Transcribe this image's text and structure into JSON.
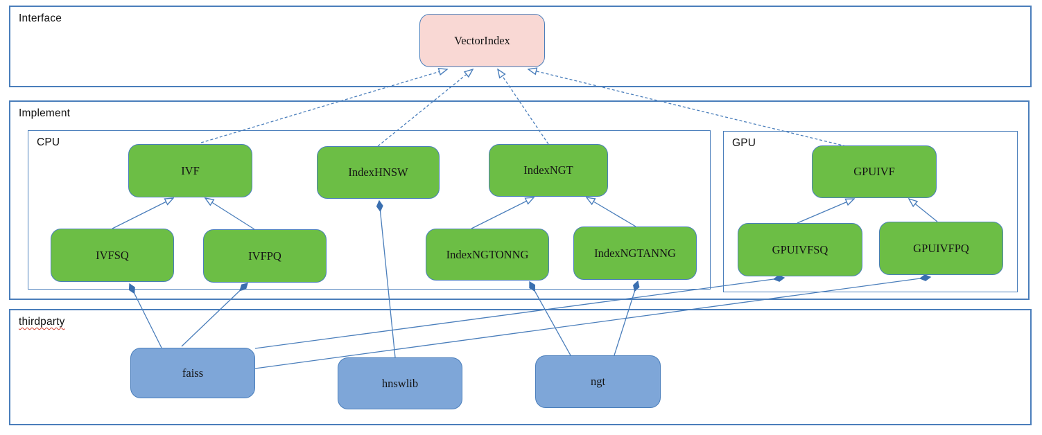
{
  "sections": {
    "interface": {
      "label": "Interface"
    },
    "implement": {
      "label": "Implement"
    },
    "cpu": {
      "label": "CPU"
    },
    "gpu": {
      "label": "GPU"
    },
    "thirdparty": {
      "label": "thirdparty"
    }
  },
  "nodes": {
    "vectorindex": {
      "label": "VectorIndex",
      "kind": "interface"
    },
    "ivf": {
      "label": "IVF",
      "kind": "implementation"
    },
    "indexhnsw": {
      "label": "IndexHNSW",
      "kind": "implementation"
    },
    "indexngt": {
      "label": "IndexNGT",
      "kind": "implementation"
    },
    "ivfsq": {
      "label": "IVFSQ",
      "kind": "implementation"
    },
    "ivfpq": {
      "label": "IVFPQ",
      "kind": "implementation"
    },
    "indexngtonng": {
      "label": "IndexNGTONNG",
      "kind": "implementation"
    },
    "indexngtanng": {
      "label": "IndexNGTANNG",
      "kind": "implementation"
    },
    "gpuivf": {
      "label": "GPUIVF",
      "kind": "implementation"
    },
    "gpuivfsq": {
      "label": "GPUIVFSQ",
      "kind": "implementation"
    },
    "gpuivfpq": {
      "label": "GPUIVFPQ",
      "kind": "implementation"
    },
    "faiss": {
      "label": "faiss",
      "kind": "thirdparty"
    },
    "hnswlib": {
      "label": "hnswlib",
      "kind": "thirdparty"
    },
    "ngt": {
      "label": "ngt",
      "kind": "thirdparty"
    }
  },
  "edges": [
    {
      "from": "IVF",
      "to": "VectorIndex",
      "type": "realization"
    },
    {
      "from": "IndexHNSW",
      "to": "VectorIndex",
      "type": "realization"
    },
    {
      "from": "IndexNGT",
      "to": "VectorIndex",
      "type": "realization"
    },
    {
      "from": "GPUIVF",
      "to": "VectorIndex",
      "type": "realization"
    },
    {
      "from": "IVFSQ",
      "to": "IVF",
      "type": "generalization"
    },
    {
      "from": "IVFPQ",
      "to": "IVF",
      "type": "generalization"
    },
    {
      "from": "IndexNGTONNG",
      "to": "IndexNGT",
      "type": "generalization"
    },
    {
      "from": "IndexNGTANNG",
      "to": "IndexNGT",
      "type": "generalization"
    },
    {
      "from": "GPUIVFSQ",
      "to": "GPUIVF",
      "type": "generalization"
    },
    {
      "from": "GPUIVFPQ",
      "to": "GPUIVF",
      "type": "generalization"
    },
    {
      "from": "faiss",
      "to": "IVFSQ",
      "type": "composition"
    },
    {
      "from": "faiss",
      "to": "IVFPQ",
      "type": "composition"
    },
    {
      "from": "faiss",
      "to": "GPUIVFSQ",
      "type": "composition"
    },
    {
      "from": "faiss",
      "to": "GPUIVFPQ",
      "type": "composition"
    },
    {
      "from": "hnswlib",
      "to": "IndexHNSW",
      "type": "composition"
    },
    {
      "from": "ngt",
      "to": "IndexNGTONNG",
      "type": "composition"
    },
    {
      "from": "ngt",
      "to": "IndexNGTANNG",
      "type": "composition"
    }
  ],
  "colors": {
    "interface_node_fill": "#f9d8d4",
    "implementation_node_fill": "#6cbe45",
    "thirdparty_node_fill": "#7ea6d8",
    "box_border": "#4a7ebb",
    "connector": "#4a7ebb",
    "diamond_fill": "#3a6fb0",
    "spellcheck_underline": "#d23a2a"
  }
}
